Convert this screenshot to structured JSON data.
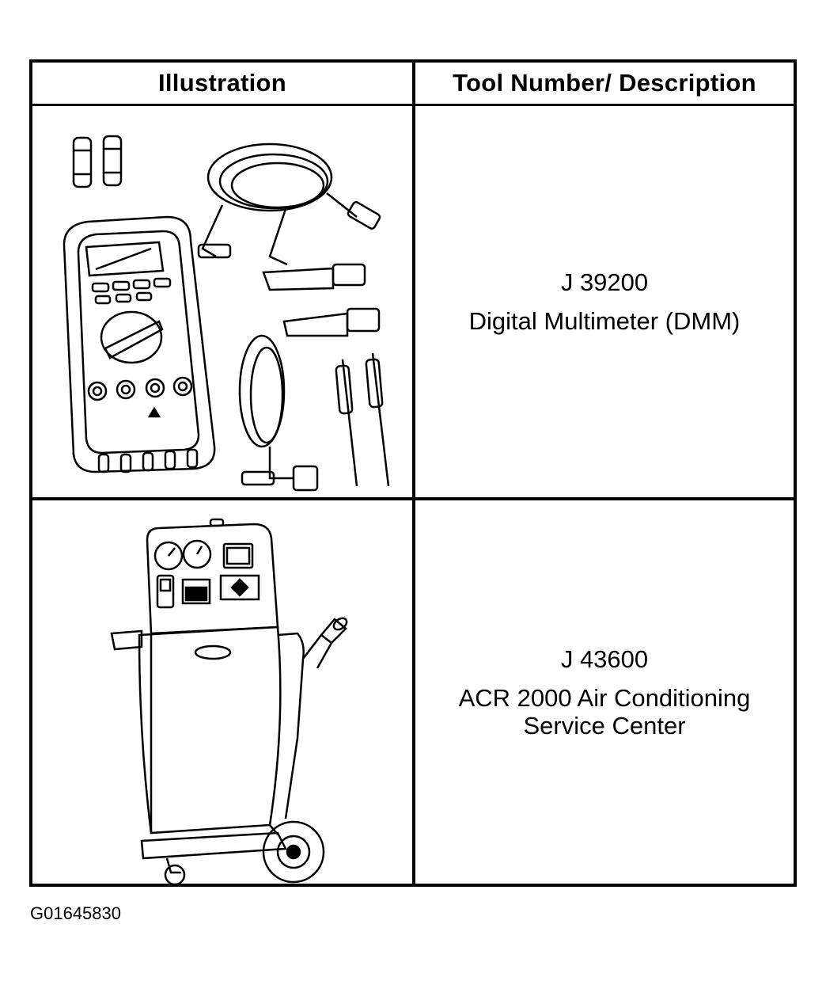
{
  "table": {
    "headers": {
      "illustration": "Illustration",
      "description": "Tool Number/ Description"
    },
    "rows": [
      {
        "tool_number": "J 39200",
        "description_lines": [
          "Digital Multimeter (DMM)"
        ],
        "illustration_icon": "digital-multimeter-icon"
      },
      {
        "tool_number": "J 43600",
        "description_lines": [
          "ACR 2000 Air Conditioning",
          "Service Center"
        ],
        "illustration_icon": "ac-service-center-icon"
      }
    ]
  },
  "figure_id": "G01645830"
}
